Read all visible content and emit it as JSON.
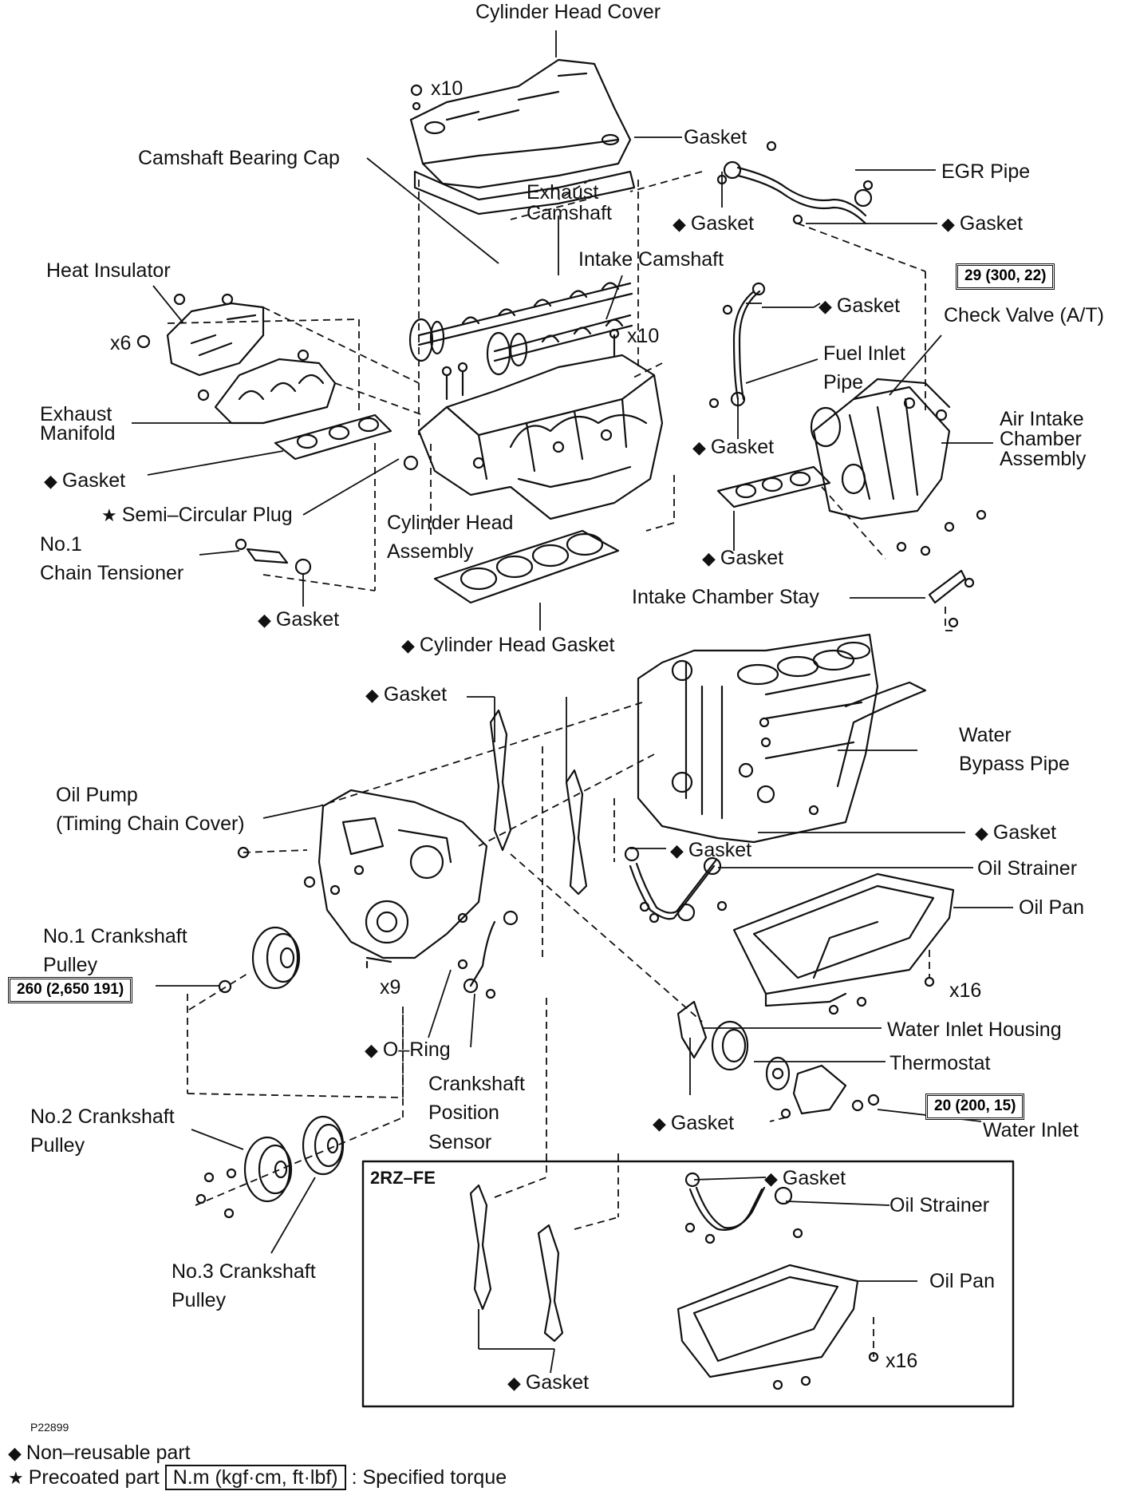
{
  "figure_code": "P22899",
  "labels": {
    "cylinder_head_cover": "Cylinder Head Cover",
    "x10_top": "x10",
    "gasket_cover": "Gasket",
    "camshaft_bearing_cap": "Camshaft Bearing Cap",
    "exhaust_camshaft": "Exhaust\nCamshaft",
    "egr_pipe": "EGR Pipe",
    "gasket_egr_left": "Gasket",
    "gasket_egr_right": "Gasket",
    "heat_insulator": "Heat Insulator",
    "intake_camshaft": "Intake Camshaft",
    "x6": "x6",
    "x10_head": "x10",
    "gasket_fuel": "Gasket",
    "check_valve": "Check Valve (A/T)",
    "fuel_inlet_pipe": "Fuel Inlet\nPipe",
    "exhaust_manifold": "Exhaust\nManifold",
    "air_intake_chamber": "Air Intake\nChamber\nAssembly",
    "gasket_fuel_lower": "Gasket",
    "gasket_manifold": "Gasket",
    "semi_circular_plug": "Semi–Circular Plug",
    "cylinder_head_assembly": "Cylinder Head\nAssembly",
    "no1_chain_tensioner": "No.1\nChain Tensioner",
    "gasket_intake": "Gasket",
    "intake_chamber_stay": "Intake Chamber Stay",
    "gasket_tensioner": "Gasket",
    "cylinder_head_gasket": "Cylinder Head Gasket",
    "gasket_timing": "Gasket",
    "water_bypass_pipe": "Water\nBypass Pipe",
    "oil_pump": "Oil Pump\n(Timing Chain Cover)",
    "gasket_block": "Gasket",
    "gasket_strainer": "Gasket",
    "oil_strainer": "Oil Strainer",
    "oil_pan": "Oil Pan",
    "no1_crankshaft_pulley": "No.1 Crankshaft\nPulley",
    "x9": "x9",
    "x16": "x16",
    "water_inlet_housing": "Water Inlet Housing",
    "o_ring": "O–Ring",
    "thermostat": "Thermostat",
    "crankshaft_position_sensor": "Crankshaft\nPosition\nSensor",
    "no2_crankshaft_pulley": "No.2 Crankshaft\nPulley",
    "gasket_water": "Gasket",
    "water_inlet": "Water Inlet",
    "no3_crankshaft_pulley": "No.3 Crankshaft\nPulley",
    "variant_title": "2RZ–FE",
    "gasket_2rz_strainer": "Gasket",
    "oil_strainer_2rz": "Oil Strainer",
    "oil_pan_2rz": "Oil Pan",
    "x16_2rz": "x16",
    "gasket_2rz_timing": "Gasket"
  },
  "torque": {
    "egr": "29 (300, 22)",
    "crank": "260 (2,650 191)",
    "water_inlet": "20 (200, 15)"
  },
  "symbols": {
    "non_reusable": "◆",
    "precoated": "★"
  },
  "legend": {
    "non_reusable": "Non–reusable part",
    "precoated": "Precoated part",
    "torque_unit": "N.m (kgf·cm, ft·lbf)",
    "torque_desc": ": Specified torque"
  }
}
